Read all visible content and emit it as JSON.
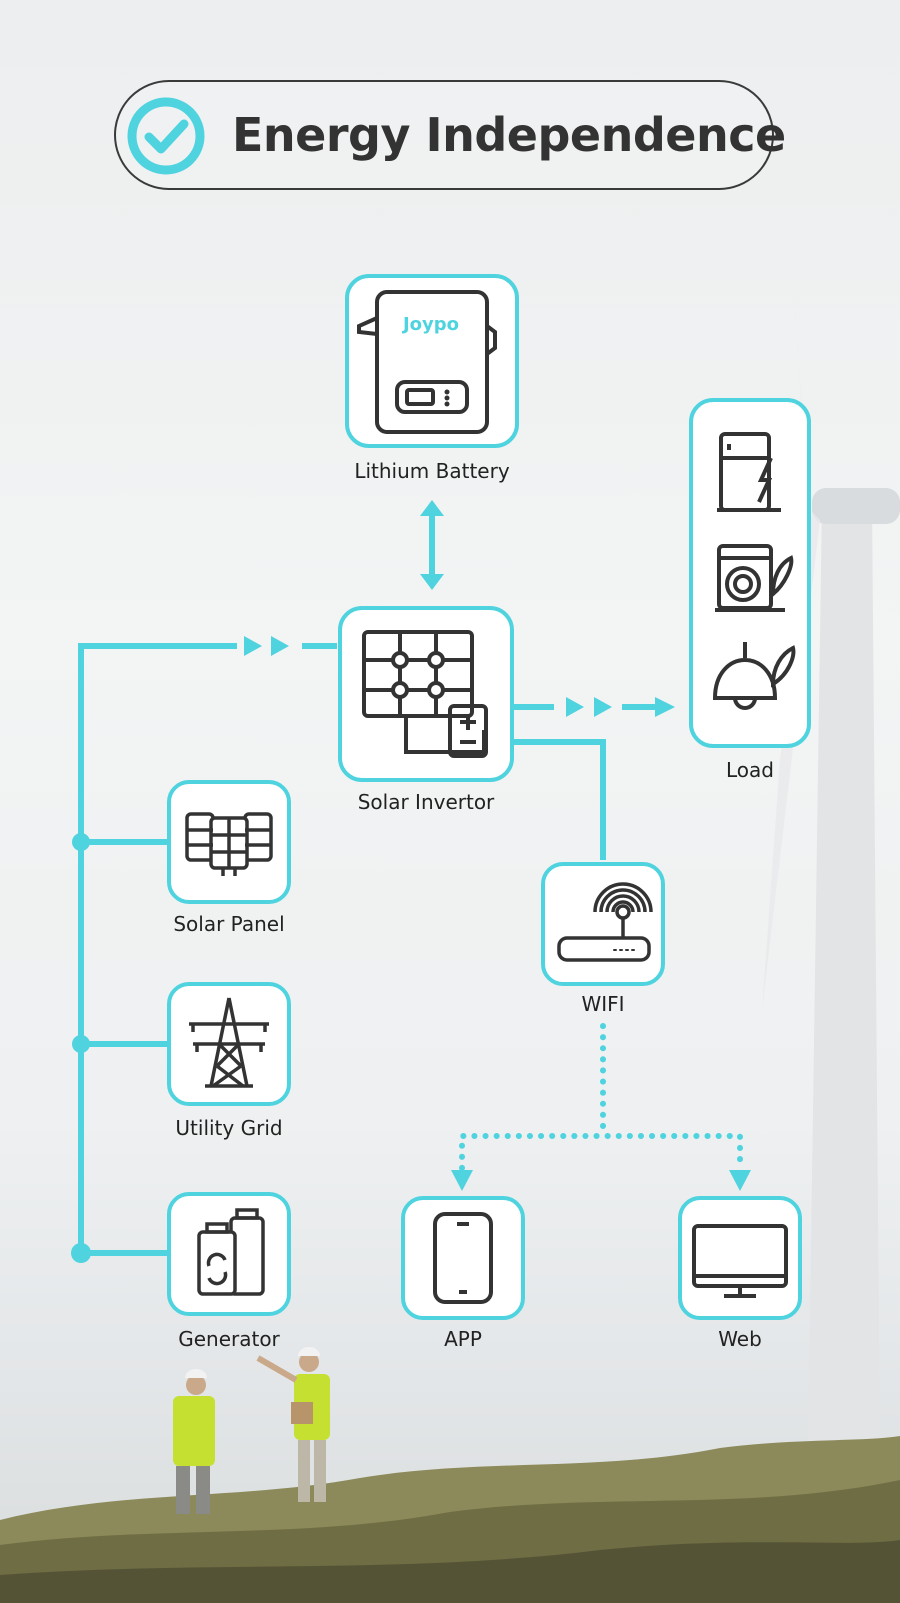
{
  "header": {
    "title": "Energy Independence"
  },
  "battery": {
    "brand": "Joypo",
    "label": "Lithium Battery"
  },
  "nodes": {
    "solar_invertor": "Solar Invertor",
    "load": "Load",
    "solar_panel": "Solar Panel",
    "utility_grid": "Utility Grid",
    "generator": "Generator",
    "wifi": "WIFI",
    "app": "APP",
    "web": "Web"
  },
  "colors": {
    "accent": "#4ed3df",
    "outline": "#3a3a3a",
    "box_bg": "#ffffff"
  }
}
